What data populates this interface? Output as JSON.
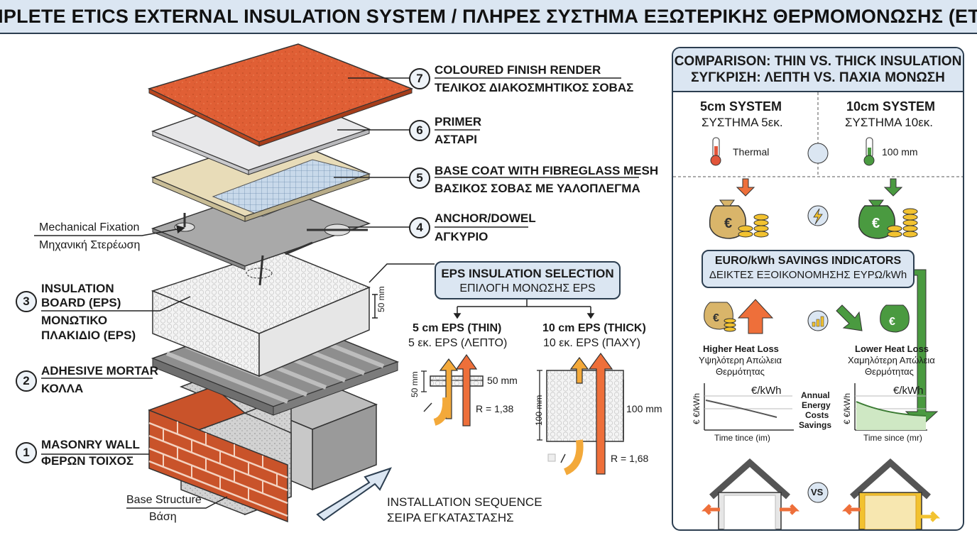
{
  "title": "COMPLETE ETICS EXTERNAL INSULATION SYSTEM / ΠΛΗΡΕΣ ΣΥΣΤΗΜΑ ΕΞΩΤΕΡΙΚΗΣ ΘΕΡΜΟΜΟΝΩΣΗΣ (ETICS)",
  "layers": [
    {
      "num": "7",
      "en": "COLOURED FINISH RENDER",
      "gr": "ΤΕΛΙΚΟΣ ΔΙΑΚΟΣΜΗΤΙΚΟΣ ΣΟΒΑΣ"
    },
    {
      "num": "6",
      "en": "PRIMER",
      "gr": "ΑΣΤΑΡΙ"
    },
    {
      "num": "5",
      "en": "BASE COAT WITH FIBREGLASS MESH",
      "gr": "ΒΑΣΙΚΟΣ ΣΟΒΑΣ ΜΕ ΥΑΛΟΠΛΕΓΜΑ"
    },
    {
      "num": "4",
      "en": "ANCHOR/DOWEL",
      "gr": "ΑΓΚΥΡΙΟ"
    },
    {
      "num": "3",
      "en1": "INSULATION",
      "en2": "BOARD (EPS)",
      "gr1": "ΜΟΝΩΤΙΚΟ",
      "gr2": "ΠΛΑΚΙΔΙΟ (EPS)"
    },
    {
      "num": "2",
      "en": "ADHESIVE MORTAR",
      "gr": "ΚΟΛΛΑ"
    },
    {
      "num": "1",
      "en": "MASONRY WALL",
      "gr": "ΦΕΡΩΝ ΤΟΙΧΟΣ"
    }
  ],
  "mechanical": {
    "en": "Mechanical Fixation",
    "gr": "Μηχανική Στερέωση"
  },
  "base": {
    "en": "Base Structure",
    "gr": "Βάση"
  },
  "sequence": {
    "en": "INSTALLATION SEQUENCE",
    "gr": "ΣΕΙΡΑ ΕΓΚΑΤΑΣΤΑΣΗΣ"
  },
  "board_thickness": "50 mm",
  "eps_selection": {
    "en": "EPS INSULATION SELECTION",
    "gr": "ΕΠΙΛΟΓΗ ΜΟΝΩΣΗΣ EPS",
    "thin": {
      "en": "5 cm EPS (THIN)",
      "gr": "5 εκ. EPS (ΛΕΠΤΟ)",
      "dim_v": "50 mm",
      "dim_h": "50 mm",
      "r": "R = 1,38"
    },
    "thick": {
      "en": "10 cm EPS (THICK)",
      "gr": "10 εκ. EPS (ΠΑΧΥ)",
      "dim_v": "100 mm",
      "dim_h": "100 mm",
      "r": "R = 1,68"
    }
  },
  "comparison": {
    "title_en": "COMPARISON: THIN VS. THICK INSULATION",
    "title_gr": "ΣΥΓΚΡΙΣΗ: ΛΕΠΤΗ VS. ΠΑΧΙΑ ΜΟΝΩΣΗ",
    "left": {
      "en": "5cm SYSTEM",
      "gr": "ΣΥΣΤΗΜΑ 5εκ.",
      "thermo": "Thermal"
    },
    "right": {
      "en": "10cm SYSTEM",
      "gr": "ΣΥΣΤΗΜΑ 10εκ.",
      "thermo": "100 mm"
    },
    "euro_en": "EURO/kWh SAVINGS INDICATORS",
    "euro_gr": "ΔΕΙΚΤΕΣ ΕΞΟΙΚΟΝΟΜΗΣΗΣ ΕΥΡΩ/kWh",
    "higher_en": "Higher Heat Loss",
    "higher_gr1": "Υψηλότερη Απώλεια",
    "higher_gr2": "Θερμότητας",
    "lower_en": "Lower Heat Loss",
    "lower_gr1": "Χαμηλότερη Απώλεια",
    "lower_gr2": "Θερμότητας",
    "annual": [
      "Annual",
      "Energy",
      "Costs",
      "Savings"
    ],
    "chart_left_x": "Time tince (im)",
    "chart_right_x": "Time since (mr)",
    "chart_y": "€ €/kWh",
    "chart_unit": "€/kWh",
    "vs": "VS"
  }
}
